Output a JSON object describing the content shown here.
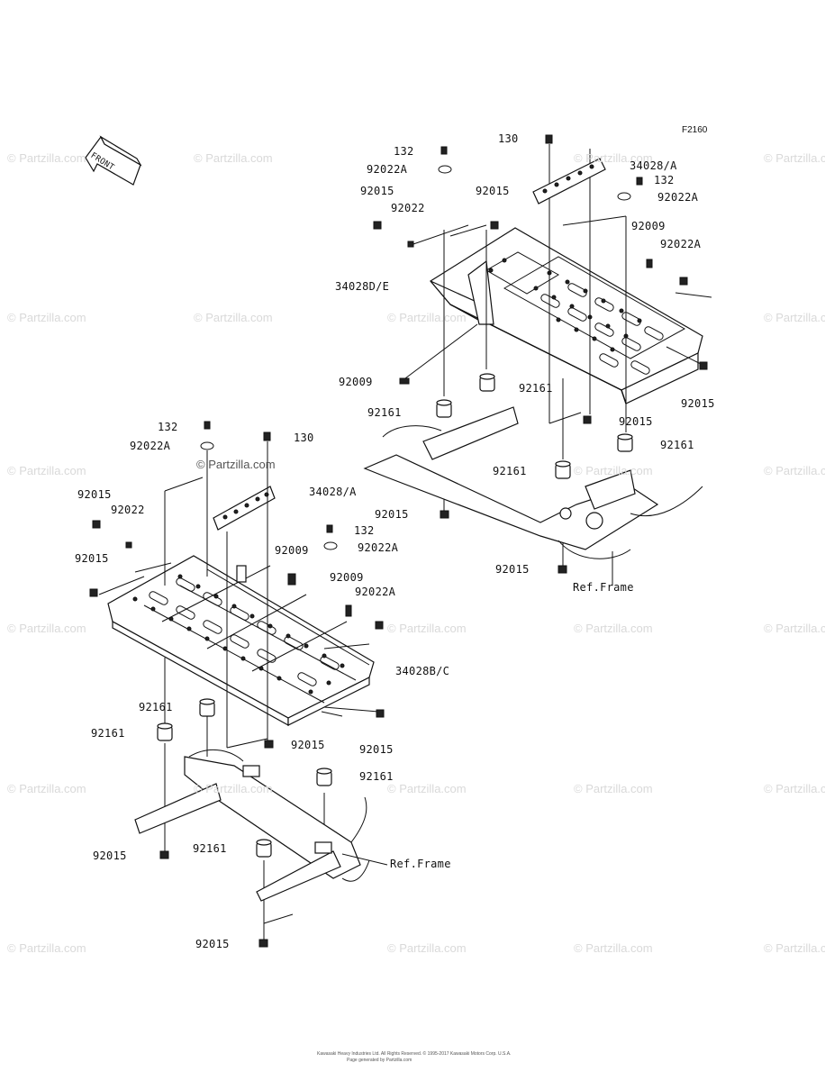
{
  "diagram": {
    "code": "F2160",
    "front_label": "FRONT",
    "copyright": "Kawasaki Heavy Industries Ltd. All Rights Reserved. © 1995-2017 Kawasaki Motors Corp. U.S.A.",
    "copyright2": "Page generated by Partzilla.com"
  },
  "watermark": "© Partzilla.com",
  "labels_upper": [
    {
      "id": "u132a",
      "text": "132"
    },
    {
      "id": "u130",
      "text": "130"
    },
    {
      "id": "u92022Aa",
      "text": "92022A"
    },
    {
      "id": "u34028A",
      "text": "34028/A"
    },
    {
      "id": "u132b",
      "text": "132"
    },
    {
      "id": "u92015a",
      "text": "92015"
    },
    {
      "id": "u92015b",
      "text": "92015"
    },
    {
      "id": "u92022Ab",
      "text": "92022A"
    },
    {
      "id": "u92022",
      "text": "92022"
    },
    {
      "id": "u92009a",
      "text": "92009"
    },
    {
      "id": "u92022Ac",
      "text": "92022A"
    },
    {
      "id": "u34028DE",
      "text": "34028D/E"
    },
    {
      "id": "u92009b",
      "text": "92009"
    },
    {
      "id": "u92161a",
      "text": "92161"
    },
    {
      "id": "u92015c",
      "text": "92015"
    },
    {
      "id": "u92161b",
      "text": "92161"
    },
    {
      "id": "u92015d",
      "text": "92015"
    },
    {
      "id": "u92161c",
      "text": "92161"
    },
    {
      "id": "u92161d",
      "text": "92161"
    },
    {
      "id": "u92015e",
      "text": "92015"
    },
    {
      "id": "u92015f",
      "text": "92015"
    },
    {
      "id": "urefframe",
      "text": "Ref.Frame"
    }
  ],
  "labels_lower": [
    {
      "id": "l132a",
      "text": "132"
    },
    {
      "id": "l130",
      "text": "130"
    },
    {
      "id": "l92022Aa",
      "text": "92022A"
    },
    {
      "id": "l34028A",
      "text": "34028/A"
    },
    {
      "id": "l92015a",
      "text": "92015"
    },
    {
      "id": "l92022",
      "text": "92022"
    },
    {
      "id": "l132b",
      "text": "132"
    },
    {
      "id": "l92022Ab",
      "text": "92022A"
    },
    {
      "id": "l92009a",
      "text": "92009"
    },
    {
      "id": "l92015b",
      "text": "92015"
    },
    {
      "id": "l92009b",
      "text": "92009"
    },
    {
      "id": "l92022Ac",
      "text": "92022A"
    },
    {
      "id": "l34028BC",
      "text": "34028B/C"
    },
    {
      "id": "l92161a",
      "text": "92161"
    },
    {
      "id": "l92161b",
      "text": "92161"
    },
    {
      "id": "l92015c",
      "text": "92015"
    },
    {
      "id": "l92015d",
      "text": "92015"
    },
    {
      "id": "l92161c",
      "text": "92161"
    },
    {
      "id": "l92015e",
      "text": "92015"
    },
    {
      "id": "l92161d",
      "text": "92161"
    },
    {
      "id": "lrefframe",
      "text": "Ref.Frame"
    },
    {
      "id": "l92015f",
      "text": "92015"
    }
  ]
}
